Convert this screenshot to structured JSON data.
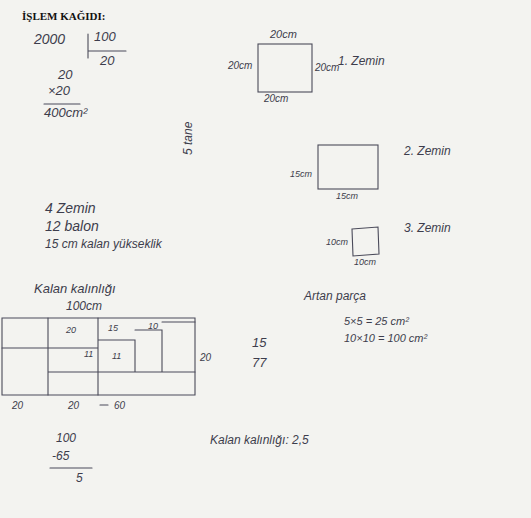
{
  "diagram": {
    "title": "İŞLEM KAĞIDI:",
    "labels": [
      "2000",
      "100",
      "20",
      "20",
      "×20",
      "400cm²",
      "20cm",
      "20cm",
      "20cm",
      "20cm",
      "1. Zemin",
      "5 tane",
      "15cm",
      "15cm",
      "2. Zemin",
      "10cm",
      "10cm",
      "3. Zemin",
      "4 Zemin",
      "12 balon",
      "15 cm kalan yükseklik",
      "Kalan kalınlığı",
      "100cm",
      "20",
      "15",
      "11",
      "11",
      "10",
      "20",
      "20",
      "20",
      "60",
      "15",
      "77",
      "Artan parça",
      "5×5 = 25 cm²",
      "10×10 = 100 cm²",
      "100",
      "-65",
      "5",
      "Kalan kalınlığı: 2,5"
    ]
  }
}
